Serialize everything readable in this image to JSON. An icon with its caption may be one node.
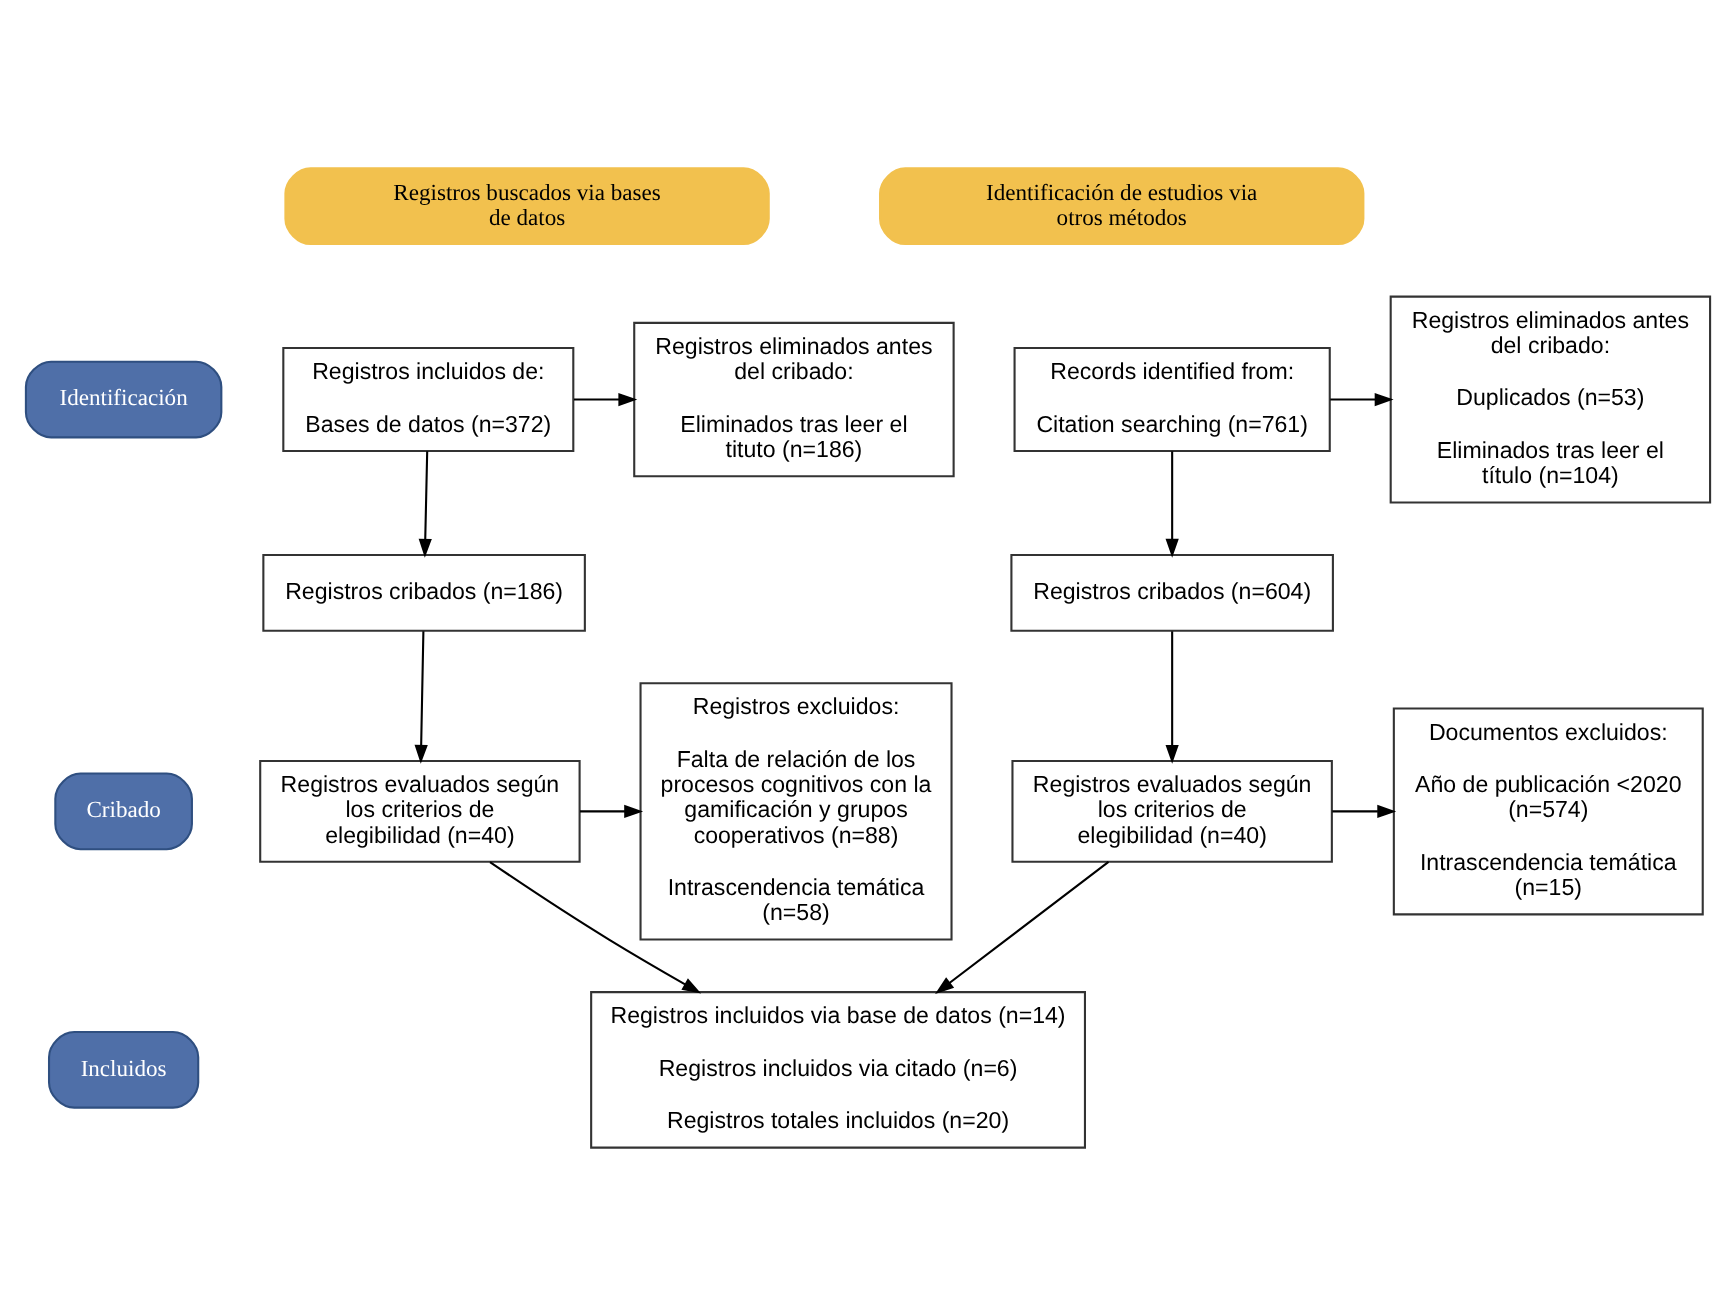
{
  "diagram": {
    "nodes": [
      {
        "text": [
          "Registros buscados via bases de datos"
        ]
      },
      {
        "text": [
          "Identificación de estudios via otros métodos"
        ]
      },
      {
        "text": [
          "Identificación"
        ]
      },
      {
        "text": [
          "Cribado"
        ]
      },
      {
        "text": [
          "Incluidos"
        ]
      },
      {
        "text": [
          "Registros incluidos de:",
          "Bases de datos (n=372)"
        ]
      },
      {
        "text": [
          "Registros eliminados antes del cribado:",
          "Eliminados tras leer el tituto (n=186)"
        ]
      },
      {
        "text": [
          "Records identified from:",
          "Citation searching (n=761)"
        ]
      },
      {
        "text": [
          "Registros eliminados antes del cribado:",
          "Duplicados (n=53)",
          "Eliminados tras leer el título (n=104)"
        ]
      },
      {
        "text": [
          "Registros cribados (n=186)"
        ]
      },
      {
        "text": [
          "Registros cribados (n=604)"
        ]
      },
      {
        "text": [
          "Registros evaluados según los criterios de elegibilidad (n=40)"
        ]
      },
      {
        "text": [
          "Registros excluidos:",
          "Falta de relación de los procesos cognitivos con la gamificación y grupos cooperativos (n=88)",
          "Intrascendencia temática (n=58)"
        ]
      },
      {
        "text": [
          "Registros evaluados según los criterios de elegibilidad (n=40)"
        ]
      },
      {
        "text": [
          "Documentos excluidos:",
          "Año de publicación <2020 (n=574)",
          "Intrascendencia temática (n=15)"
        ]
      },
      {
        "text": [
          "Registros incluidos via base de datos (n=14)",
          "Registros incluidos via citado (n=6)",
          "Registros totales incluidos (n=20)"
        ]
      }
    ],
    "edges": [
      {
        "from": 5,
        "to": 6,
        "arrow": "to"
      },
      {
        "from": 5,
        "to": 9,
        "arrow": "to"
      },
      {
        "from": 7,
        "to": 8,
        "arrow": "to"
      },
      {
        "from": 7,
        "to": 10,
        "arrow": "to"
      },
      {
        "from": 9,
        "to": 11,
        "arrow": "to"
      },
      {
        "from": 11,
        "to": 12,
        "arrow": "to"
      },
      {
        "from": 10,
        "to": 13,
        "arrow": "to"
      },
      {
        "from": 13,
        "to": 14,
        "arrow": "to"
      },
      {
        "from": 11,
        "to": 15,
        "arrow": "to"
      },
      {
        "from": 13,
        "to": 15,
        "arrow": "to"
      }
    ]
  }
}
